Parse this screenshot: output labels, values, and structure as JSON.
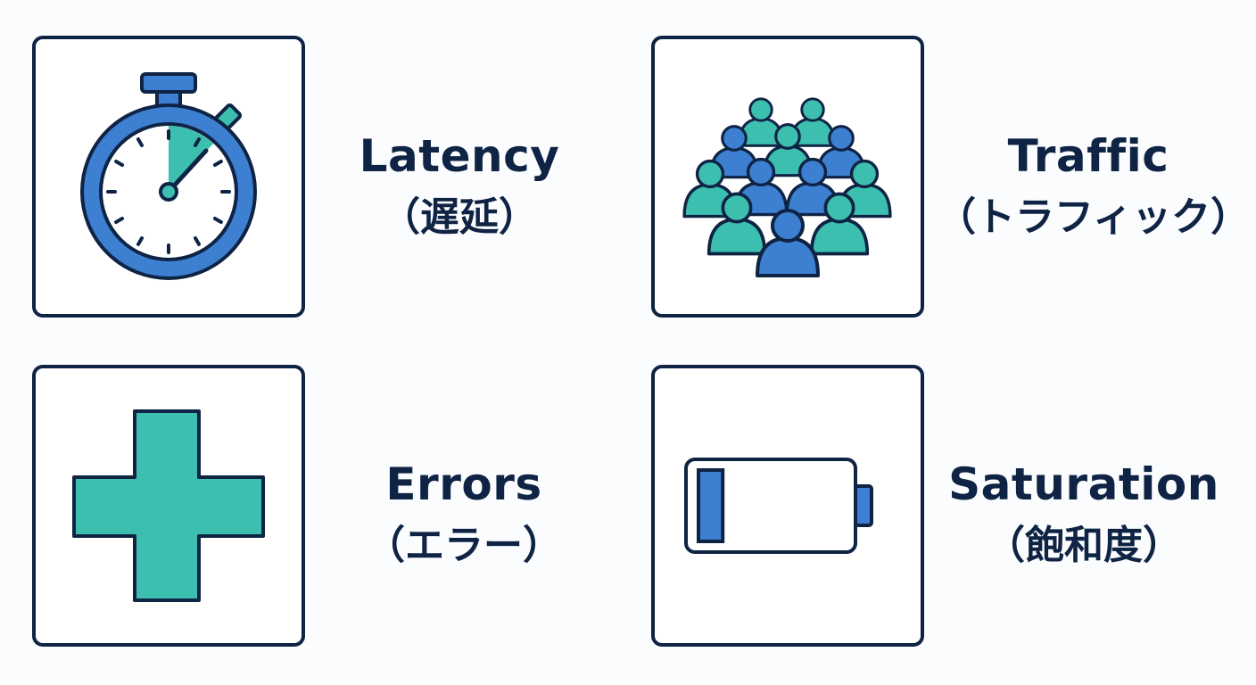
{
  "colors": {
    "navy": "#0f2344",
    "blue": "#3d7fd1",
    "teal": "#3dbfb0",
    "tile_background": "#ffffff"
  },
  "signals": [
    {
      "name": "Latency",
      "name_ja": "（遅延）",
      "icon": "stopwatch-icon"
    },
    {
      "name": "Traffic",
      "name_ja": "（トラフィック）",
      "icon": "crowd-icon"
    },
    {
      "name": "Errors",
      "name_ja": "（エラー）",
      "icon": "plus-cross-icon"
    },
    {
      "name": "Saturation",
      "name_ja": "（飽和度）",
      "icon": "low-battery-icon",
      "battery_level_fraction": 0.16
    }
  ]
}
